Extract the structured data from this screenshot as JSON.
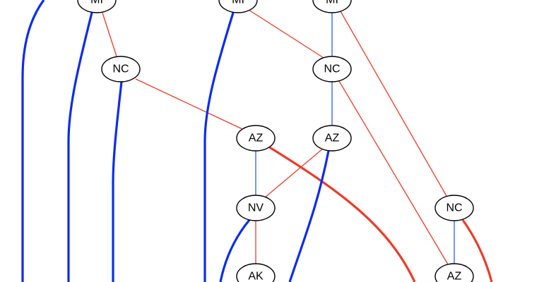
{
  "colors": {
    "positive_edge": "#2a5cff",
    "negative_edge": "#f03a25",
    "node_stroke": "#000000"
  },
  "nodes": [
    {
      "label": "MI"
    },
    {
      "label": "MI"
    },
    {
      "label": "MI"
    },
    {
      "label": "NC"
    },
    {
      "label": "NC"
    },
    {
      "label": "AZ"
    },
    {
      "label": "AZ"
    },
    {
      "label": "NV"
    },
    {
      "label": "NC"
    },
    {
      "label": "AK"
    },
    {
      "label": "AZ"
    }
  ]
}
